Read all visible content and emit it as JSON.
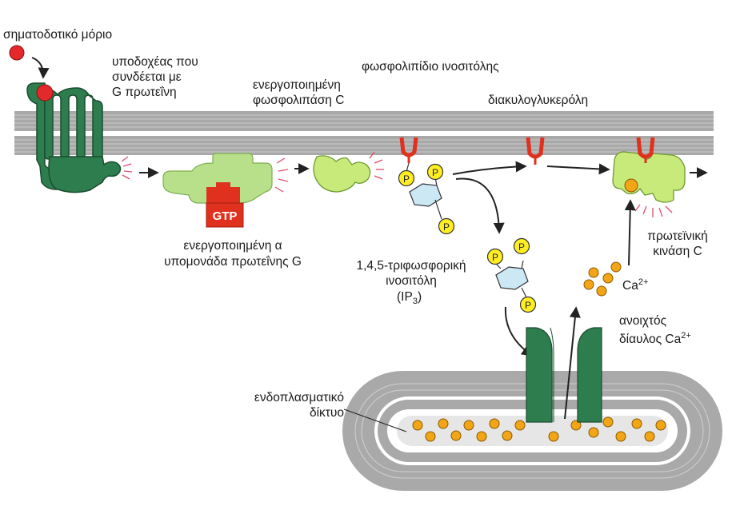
{
  "labels": {
    "signal": "σηματοδοτικό μόριο",
    "receptor": [
      "υποδοχέας που",
      "συνδέεται με",
      "G πρωτεΐνη"
    ],
    "plc": [
      "ενεργοποιημένη",
      "φωσφολιπάση C"
    ],
    "pip": "φωσφολιπίδιο ινοσιτόλης",
    "dag": "διακυλογλυκερόλη",
    "galpha": [
      "ενεργοποιημένη α",
      "υπομονάδα πρωτεΐνης G"
    ],
    "gtp": "GTP",
    "ip3": [
      "1,4,5-τριφωσφορική",
      "ινοσιτόλη"
    ],
    "ip3_paren_open": "(IP",
    "ip3_sub": "3",
    "ip3_paren_close": ")",
    "pkc": [
      "πρωτεϊνική",
      "κινάση C"
    ],
    "ca": "Ca",
    "ca_sup": "2+",
    "channel": [
      "ανοιχτός",
      "δίαυλος Ca"
    ],
    "er": [
      "ενδοπλασματικό",
      "δίκτυο"
    ],
    "phosphate": "P"
  },
  "colors": {
    "membrane": "#a6a6a6",
    "receptor_green": "#2e7d4f",
    "light_green": "#b8e08a",
    "gtp_red": "#e0301e",
    "calcium": "#f2a516",
    "phosphate_yellow": "#ffee22",
    "ring_blue": "#cce8f5",
    "signal_red": "#e3292b"
  }
}
